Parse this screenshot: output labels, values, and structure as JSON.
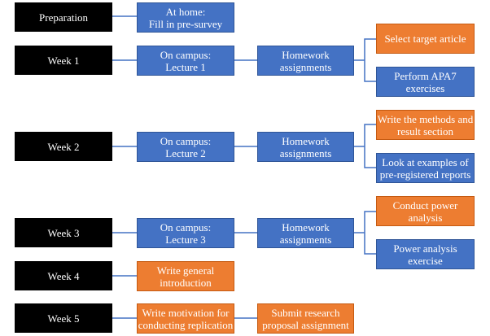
{
  "colors": {
    "week_box": "#000000",
    "blue_box": "#4472c4",
    "orange_box": "#ed7d31",
    "connector": "#4472c4"
  },
  "weeks": [
    {
      "label": "Preparation"
    },
    {
      "label": "Week 1"
    },
    {
      "label": "Week 2"
    },
    {
      "label": "Week 3"
    },
    {
      "label": "Week 4"
    },
    {
      "label": "Week 5"
    }
  ],
  "activities": {
    "prep": "At home:\nFill in pre-survey",
    "week1": "On campus:\nLecture 1",
    "week2": "On campus:\nLecture 2",
    "week3": "On campus:\nLecture 3",
    "week4": "Write general\nintroduction",
    "week5": "Write motivation for\nconducting replication"
  },
  "homework": {
    "week1": "Homework\nassignments",
    "week2": "Homework\nassignments",
    "week3": "Homework\nassignments",
    "week5": "Submit research\nproposal assignment"
  },
  "tasks": {
    "week1": [
      "Select target article",
      "Perform APA7\nexercises"
    ],
    "week2": [
      "Write the methods and\nresult section",
      "Look at examples of\npre-registered reports"
    ],
    "week3": [
      "Conduct power\nanalysis",
      "Power analysis\nexercise"
    ]
  }
}
